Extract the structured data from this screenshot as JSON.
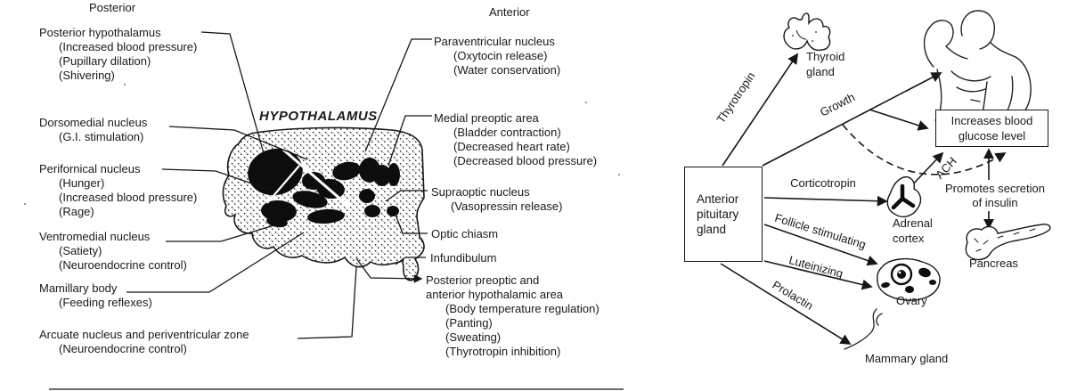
{
  "left_panel": {
    "header_posterior": "Posterior",
    "header_anterior": "Anterior",
    "hypothalamus_label": "HYPOTHALAMUS",
    "left_labels": [
      {
        "title": "Posterior hypothalamus",
        "functions": [
          "(Increased blood pressure)",
          "(Pupillary dilation)",
          "(Shivering)"
        ]
      },
      {
        "title": "Dorsomedial nucleus",
        "functions": [
          "(G.I. stimulation)"
        ]
      },
      {
        "title": "Perifornical nucleus",
        "functions": [
          "(Hunger)",
          "(Increased blood pressure)",
          "(Rage)"
        ]
      },
      {
        "title": "Ventromedial nucleus",
        "functions": [
          "(Satiety)",
          "(Neuroendocrine control)"
        ]
      },
      {
        "title": "Mamillary body",
        "functions": [
          "(Feeding reflexes)"
        ]
      },
      {
        "title": "Arcuate nucleus and periventricular zone",
        "functions": [
          "(Neuroendocrine control)"
        ]
      }
    ],
    "right_labels": [
      {
        "title": "Paraventricular nucleus",
        "functions": [
          "(Oxytocin release)",
          "(Water conservation)"
        ]
      },
      {
        "title": "Medial preoptic area",
        "functions": [
          "(Bladder contraction)",
          "(Decreased heart rate)",
          "(Decreased blood pressure)"
        ]
      },
      {
        "title": "Supraoptic nucleus",
        "functions": [
          "(Vasopressin release)"
        ]
      },
      {
        "title": "Optic chiasm",
        "functions": []
      },
      {
        "title": "Infundibulum",
        "functions": []
      },
      {
        "title": "Posterior preoptic and",
        "title2": "anterior hypothalamic area",
        "functions": [
          "(Body temperature regulation)",
          "(Panting)",
          "(Sweating)",
          "(Thyrotropin inhibition)"
        ]
      }
    ]
  },
  "right_panel": {
    "pituitary_box": {
      "line1": "Anterior",
      "line2": "pituitary",
      "line3": "gland"
    },
    "hormones": {
      "thyrotropin": "Thyrotropin",
      "growth": "Growth",
      "corticotropin": "Corticotropin",
      "follicle_stimulating": "Follicle stimulating",
      "luteinizing": "Luteinizing",
      "prolactin": "Prolactin",
      "ach": "ACH"
    },
    "targets": {
      "thyroid": {
        "line1": "Thyroid",
        "line2": "gland"
      },
      "adrenal": {
        "line1": "Adrenal",
        "line2": "cortex"
      },
      "ovary": "Ovary",
      "pancreas": "Pancreas",
      "mammary": "Mammary gland"
    },
    "glucose_box": {
      "line1": "Increases blood",
      "line2": "glucose level"
    },
    "insulin_note": {
      "line1": "Promotes secretion",
      "line2": "of insulin"
    }
  },
  "colors": {
    "ink": "#191919",
    "paper": "#ffffff"
  }
}
